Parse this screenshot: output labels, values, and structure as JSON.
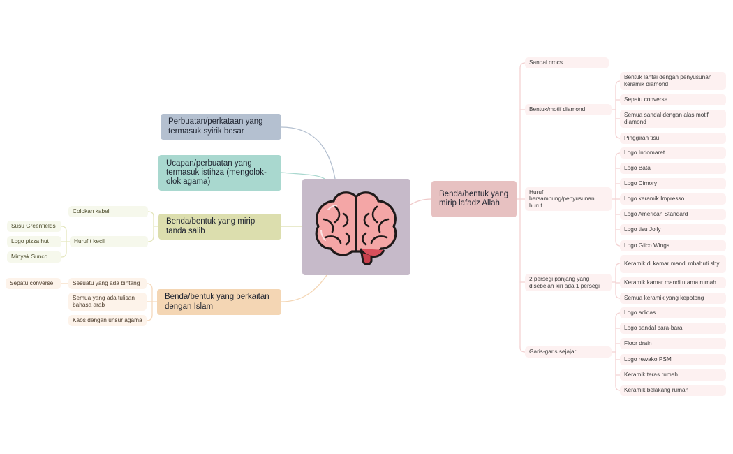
{
  "center": {
    "icon": "brain-icon"
  },
  "colors": {
    "center": "#c6bac9",
    "pink": "#e7c1c1",
    "pink_line": "#f0c9c9",
    "blue": "#b4c0d0",
    "teal": "#a9d8cf",
    "olive": "#dcdeae",
    "orange": "#f4d6b4"
  },
  "main_nodes": {
    "right": "Benda/bentuk yang mirip lafadz Allah",
    "blue": "Perbuatan/perkataan yang termasuk syirik besar",
    "teal": "Ucapan/perbuatan yang termasuk istihza (mengolok-olok agama)",
    "olive": "Benda/bentuk yang mirip tanda salib",
    "orange": "Benda/bentuk yang berkaitan dengan Islam"
  },
  "right_branch": {
    "sandal": "Sandal crocs",
    "diamond": {
      "label": "Bentuk/motif diamond",
      "items": [
        "Bentuk lantai dengan penyusunan keramik diamond",
        "Sepatu converse",
        "Semua sandal dengan alas motif diamond",
        "Pinggiran tisu"
      ]
    },
    "huruf": {
      "label": "Huruf bersambung/penyusunan huruf",
      "items": [
        "Logo Indomaret",
        "Logo Bata",
        "Logo Cimory",
        "Logo keramik Impresso",
        "Logo American Standard",
        "Logo tisu Jolly",
        "Logo Glico Wings"
      ]
    },
    "persegi": {
      "label": "2 persegi panjang yang disebelah kiri ada 1 persegi",
      "items": [
        "Keramik di kamar mandi mbahuti sby",
        "Keramik kamar mandi utama rumah",
        "Semua keramik yang kepotong"
      ]
    },
    "garis": {
      "label": "Garis-garis sejajar",
      "items": [
        "Logo adidas",
        "Logo sandal bara-bara",
        "Floor drain",
        "Logo rewako PSM",
        "Keramik teras rumah",
        "Keramik belakang rumah"
      ]
    }
  },
  "salib_branch": {
    "colokan": "Colokan kabel",
    "huruf_t": {
      "label": "Huruf t kecil",
      "items": [
        "Susu Greenfields",
        "Logo pizza hut",
        "Minyak Sunco"
      ]
    }
  },
  "islam_branch": {
    "bintang": {
      "label": "Sesuatu yang ada bintang",
      "items": [
        "Sepatu converse"
      ]
    },
    "tulisan": "Semua yang ada tulisan bahasa arab",
    "kaos": "Kaos dengan unsur agama"
  }
}
